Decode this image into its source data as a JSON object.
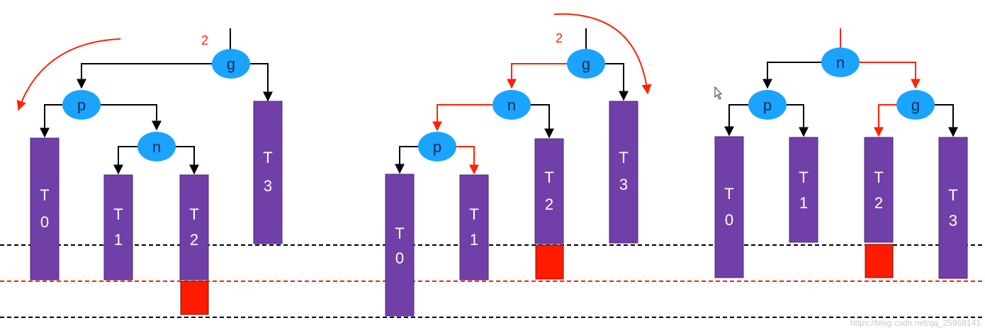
{
  "colors": {
    "node": "#1aa3ff",
    "subtree": "#7040a8",
    "overflow": "#ff1a00",
    "highlight": "#ff2200",
    "edge": "#000000",
    "level_black": "#000000",
    "level_red": "#ff2200"
  },
  "diagram1": {
    "balance_factor": "2",
    "nodes": {
      "g": "g",
      "p": "p",
      "n": "n"
    },
    "subtrees": {
      "T0": [
        "T",
        "0"
      ],
      "T1": [
        "T",
        "1"
      ],
      "T2": [
        "T",
        "2"
      ],
      "T3": [
        "T",
        "3"
      ]
    }
  },
  "diagram2": {
    "balance_factor": "2",
    "nodes": {
      "g": "g",
      "p": "p",
      "n": "n"
    },
    "subtrees": {
      "T0": [
        "T",
        "0"
      ],
      "T1": [
        "T",
        "1"
      ],
      "T2": [
        "T",
        "2"
      ],
      "T3": [
        "T",
        "3"
      ]
    }
  },
  "diagram3": {
    "nodes": {
      "g": "g",
      "p": "p",
      "n": "n"
    },
    "subtrees": {
      "T0": [
        "T",
        "0"
      ],
      "T1": [
        "T",
        "1"
      ],
      "T2": [
        "T",
        "2"
      ],
      "T3": [
        "T",
        "3"
      ]
    }
  },
  "watermark": "https://blog.csdn.net/qq_25958141"
}
